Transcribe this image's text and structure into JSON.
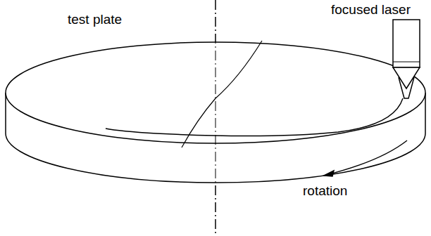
{
  "diagram": {
    "labels": [
      "test plate",
      "focused laser",
      "rotation"
    ]
  }
}
